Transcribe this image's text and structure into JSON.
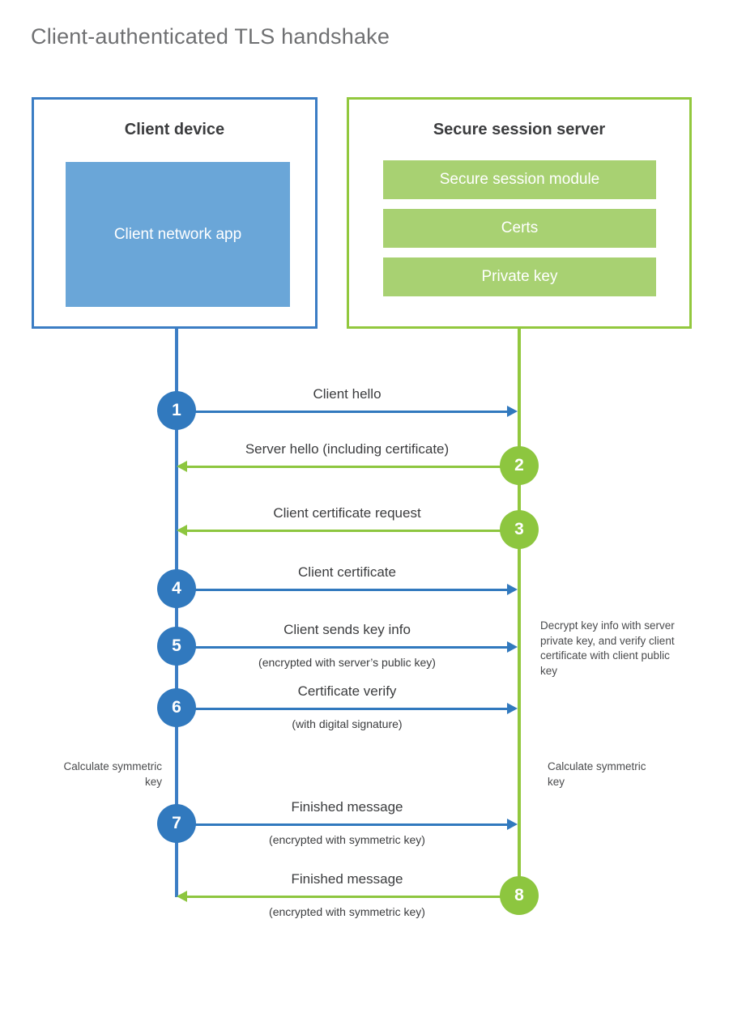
{
  "title": "Client-authenticated TLS handshake",
  "parties": {
    "client": {
      "title": "Client device",
      "app_label": "Client network app",
      "color": "#3b7dc4",
      "app_color": "#6aa6d8"
    },
    "server": {
      "title": "Secure session server",
      "color": "#92c83e",
      "bar_color": "#a8d172",
      "modules": [
        {
          "label": "Secure session module"
        },
        {
          "label": "Certs"
        },
        {
          "label": "Private key"
        }
      ]
    }
  },
  "colors": {
    "blue_accent": "#3179be",
    "green_accent": "#8dc63f",
    "title_gray": "#6f7072",
    "text_dark": "#3b3c3e"
  },
  "steps": [
    {
      "number": "1",
      "label": "Client hello",
      "sublabel": "",
      "direction": "right",
      "color": "blue"
    },
    {
      "number": "2",
      "label": "Server hello (including certificate)",
      "sublabel": "",
      "direction": "left",
      "color": "green"
    },
    {
      "number": "3",
      "label": "Client certificate request",
      "sublabel": "",
      "direction": "left",
      "color": "green"
    },
    {
      "number": "4",
      "label": "Client certificate",
      "sublabel": "",
      "direction": "right",
      "color": "blue"
    },
    {
      "number": "5",
      "label": "Client sends key info",
      "sublabel": "(encrypted with server’s public key)",
      "direction": "right",
      "color": "blue"
    },
    {
      "number": "6",
      "label": "Certificate verify",
      "sublabel": "(with digital signature)",
      "direction": "right",
      "color": "blue"
    },
    {
      "number": "7",
      "label": "Finished message",
      "sublabel": "(encrypted with symmetric key)",
      "direction": "right",
      "color": "blue"
    },
    {
      "number": "8",
      "label": "Finished message",
      "sublabel": "(encrypted with symmetric key)",
      "direction": "left",
      "color": "green"
    }
  ],
  "annotations": {
    "server_decrypt": "Decrypt key info with server private key, and verify client certificate with client public key",
    "client_calculate": "Calculate symmetric key",
    "server_calculate": "Calculate symmetric key"
  }
}
